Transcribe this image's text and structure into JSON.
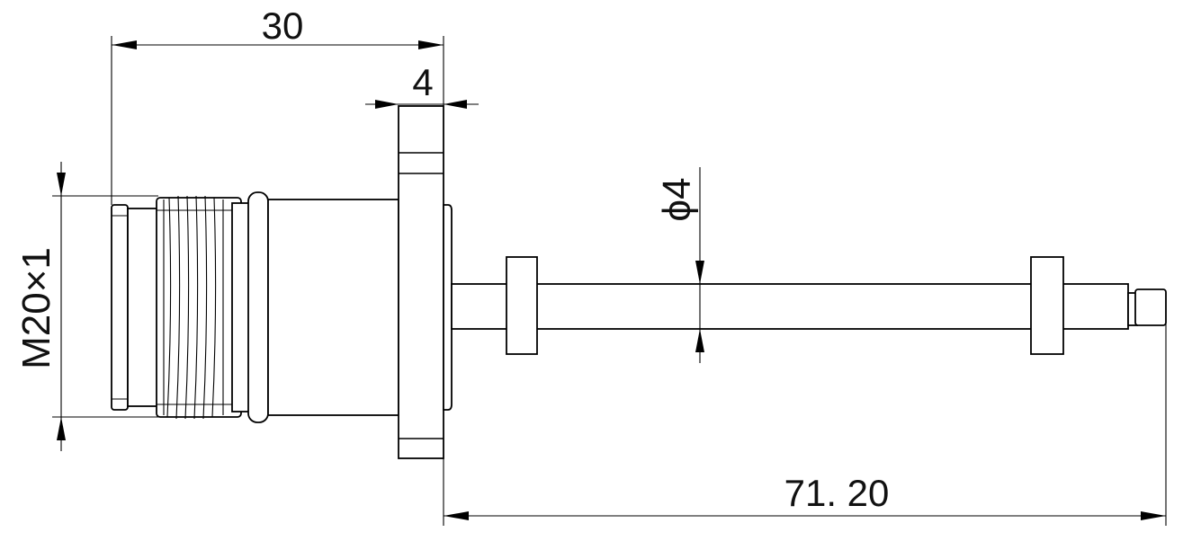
{
  "dimensions": {
    "overall_length": "30",
    "flange_thickness": "4",
    "thread_spec": "M20×1",
    "probe_diameter": "ϕ4",
    "probe_length": "71. 20"
  }
}
